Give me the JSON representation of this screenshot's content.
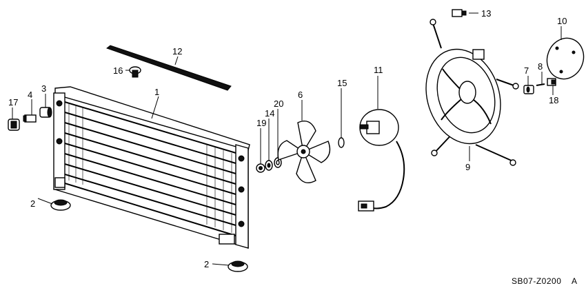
{
  "callouts": {
    "c1": "1",
    "c2a": "2",
    "c2b": "2",
    "c3": "3",
    "c4": "4",
    "c6": "6",
    "c7": "7",
    "c8": "8",
    "c9": "9",
    "c10": "10",
    "c11": "11",
    "c12": "12",
    "c13": "13",
    "c14": "14",
    "c15": "15",
    "c16": "16",
    "c17": "17",
    "c18": "18",
    "c19": "19",
    "c20": "20"
  },
  "diagram_code": "SB07-Z0200",
  "diagram_code_suffix": "A",
  "icons": [
    "condenser",
    "rubber-grommet",
    "fan-blade",
    "fan-motor",
    "fan-shroud",
    "seal-strip",
    "clip",
    "nut",
    "washer",
    "cap",
    "bolt",
    "bushing"
  ]
}
